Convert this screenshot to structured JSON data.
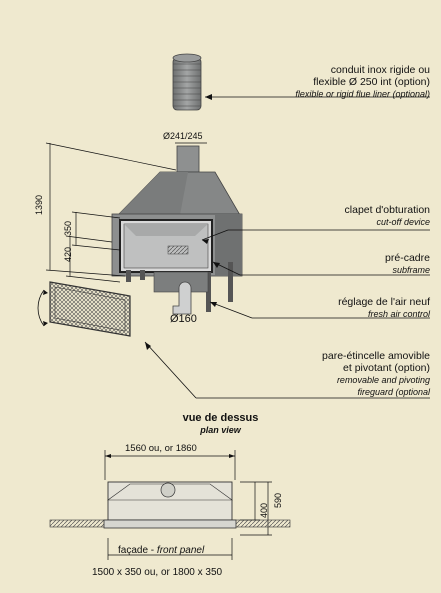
{
  "labels": {
    "liner_fr_1": "conduit inox rigide ou",
    "liner_fr_2": "flexible Ø 250 int (option)",
    "liner_en": "flexible or rigid flue liner (optional)",
    "clapet_fr": "clapet d'obturation",
    "clapet_en": "cut-off device",
    "precadre_fr": "pré-cadre",
    "precadre_en": "subframe",
    "air_fr": "réglage de l'air neuf",
    "air_en": "fresh air control",
    "pare_fr_1": "pare-étincelle amovible",
    "pare_fr_2": "et pivotant (option)",
    "pare_en_1": "removable and pivoting",
    "pare_en_2": "fireguard (optional"
  },
  "dimensions": {
    "diameter_top": "Ø241/245",
    "height_total": "1390",
    "opening_h": "350",
    "frame_h": "420",
    "air_diameter": "Ø160",
    "plan_width": "1560 ou, or 1860",
    "depth_total": "590",
    "depth_inner": "400",
    "facade_size": "1500 x 350 ou, or 1800 x 350"
  },
  "plan": {
    "title": "vue de dessus",
    "subtitle": "plan view",
    "facade_fr": "façade -",
    "facade_en": "front panel"
  },
  "colors": {
    "metal": "#8a8c8c",
    "metal_dark": "#5c5e5f",
    "background": "#efe9cf"
  }
}
